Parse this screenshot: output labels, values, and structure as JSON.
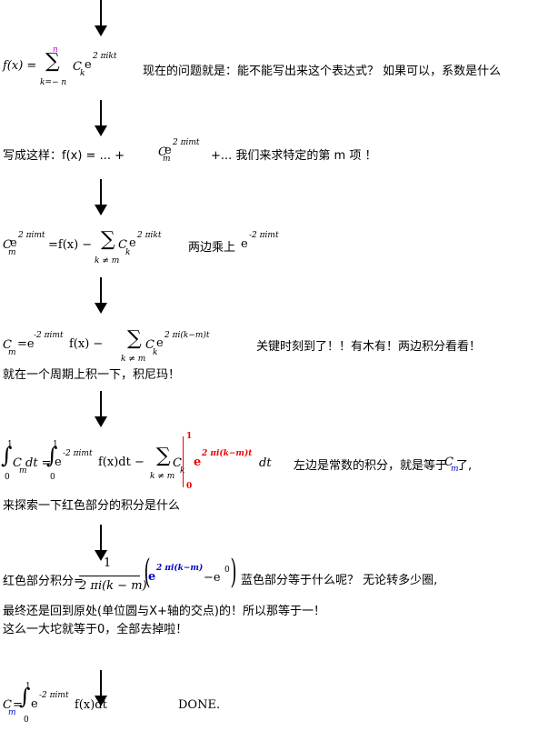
{
  "l1": {
    "fx": "f(x) =",
    "sum_top": "n",
    "sum_bot": "k=− n",
    "c": "C",
    "k": "k",
    "e": "e",
    "exp": "2  πikt",
    "text": "现在的问题就是：能不能写出来这个表达式？ 如果可以，系数是什么"
  },
  "l2": {
    "pre": "写成这样：f(x) = ... + ",
    "c": "C",
    "m": "m",
    "e": "e",
    "exp": "2  πimt",
    "post": "+... 我们来求特定的第 m 项 ！"
  },
  "l3": {
    "c": "C",
    "m": "m",
    "e": "e",
    "exp": "2  πimt",
    "mid": "=f(x) − ",
    "sum_bot": "k ≠ m",
    "c2": "C",
    "k": "k",
    "e2": "e",
    "exp2": "2  πikt",
    "text": "两边乘上 ",
    "e3": "e",
    "exp3": "-2  πimt"
  },
  "l4": {
    "c": "C",
    "m": "m",
    "eq": "=e",
    "exp": "-2  πimt",
    "mid": " f(x) − ",
    "sum_bot": "k ≠ m",
    "c2": "C",
    "k": "k",
    "e2": "e",
    "exp2": "2  πi(k−m)t",
    "text": "关键时刻到了！！有木有！两边积分看看！",
    "text2": "就在一个周期上积一下，积尼玛！"
  },
  "l5": {
    "int_top": "1",
    "int_bot": "0",
    "c": "C",
    "m": "m",
    "dt": "dt =",
    "e": "e",
    "exp": "-2  πimt",
    "mid": " f(x)dt − ",
    "sum_bot": "k ≠ m",
    "c2": "C",
    "k": "k",
    "red_top": "1",
    "red_bot": "0",
    "red_e": "e",
    "red_exp": "2  πi(k−m)t",
    "dt2": "dt",
    "text": "左边是常数的积分，就是等于",
    "c3": "C",
    "m3": "m",
    "text_end": " 了,",
    "text2": "来探索一下红色部分的积分是什么"
  },
  "l6": {
    "pre": "红色部分积分=",
    "num": "1",
    "den": "2  πi(k − m)",
    "blue_e": "e",
    "blue_exp": "2  πi(k−m)",
    "minus": " −e",
    "zero": "0",
    "text": "蓝色部分等于什么呢？ 无论转多少圈,",
    "text2": "最终还是回到原处(单位圆与X+轴的交点)的！所以那等于一！",
    "text3": "这么一大坨就等于0，全部去掉啦！"
  },
  "l7": {
    "c": "C",
    "m": "m",
    "eq": "=",
    "int_top": "1",
    "int_bot": "0",
    "e": "e",
    "exp": "-2  πimt",
    "post": " f(x)dt",
    "done": "DONE."
  }
}
